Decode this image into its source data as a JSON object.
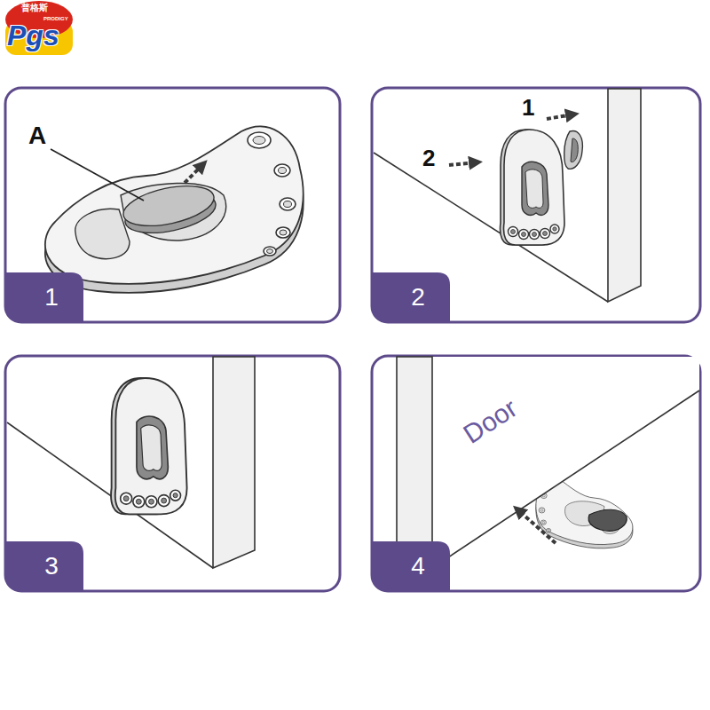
{
  "diagram": {
    "nodes": [
      {
        "text": [
          "普格斯",
          "PRODIGY",
          "Pgs"
        ]
      },
      {
        "text": [
          "1"
        ]
      },
      {
        "text": [
          "2"
        ]
      },
      {
        "text": [
          "3"
        ]
      },
      {
        "text": [
          "4"
        ]
      }
    ],
    "labels": [
      "A",
      "1",
      "2",
      "Door"
    ]
  }
}
